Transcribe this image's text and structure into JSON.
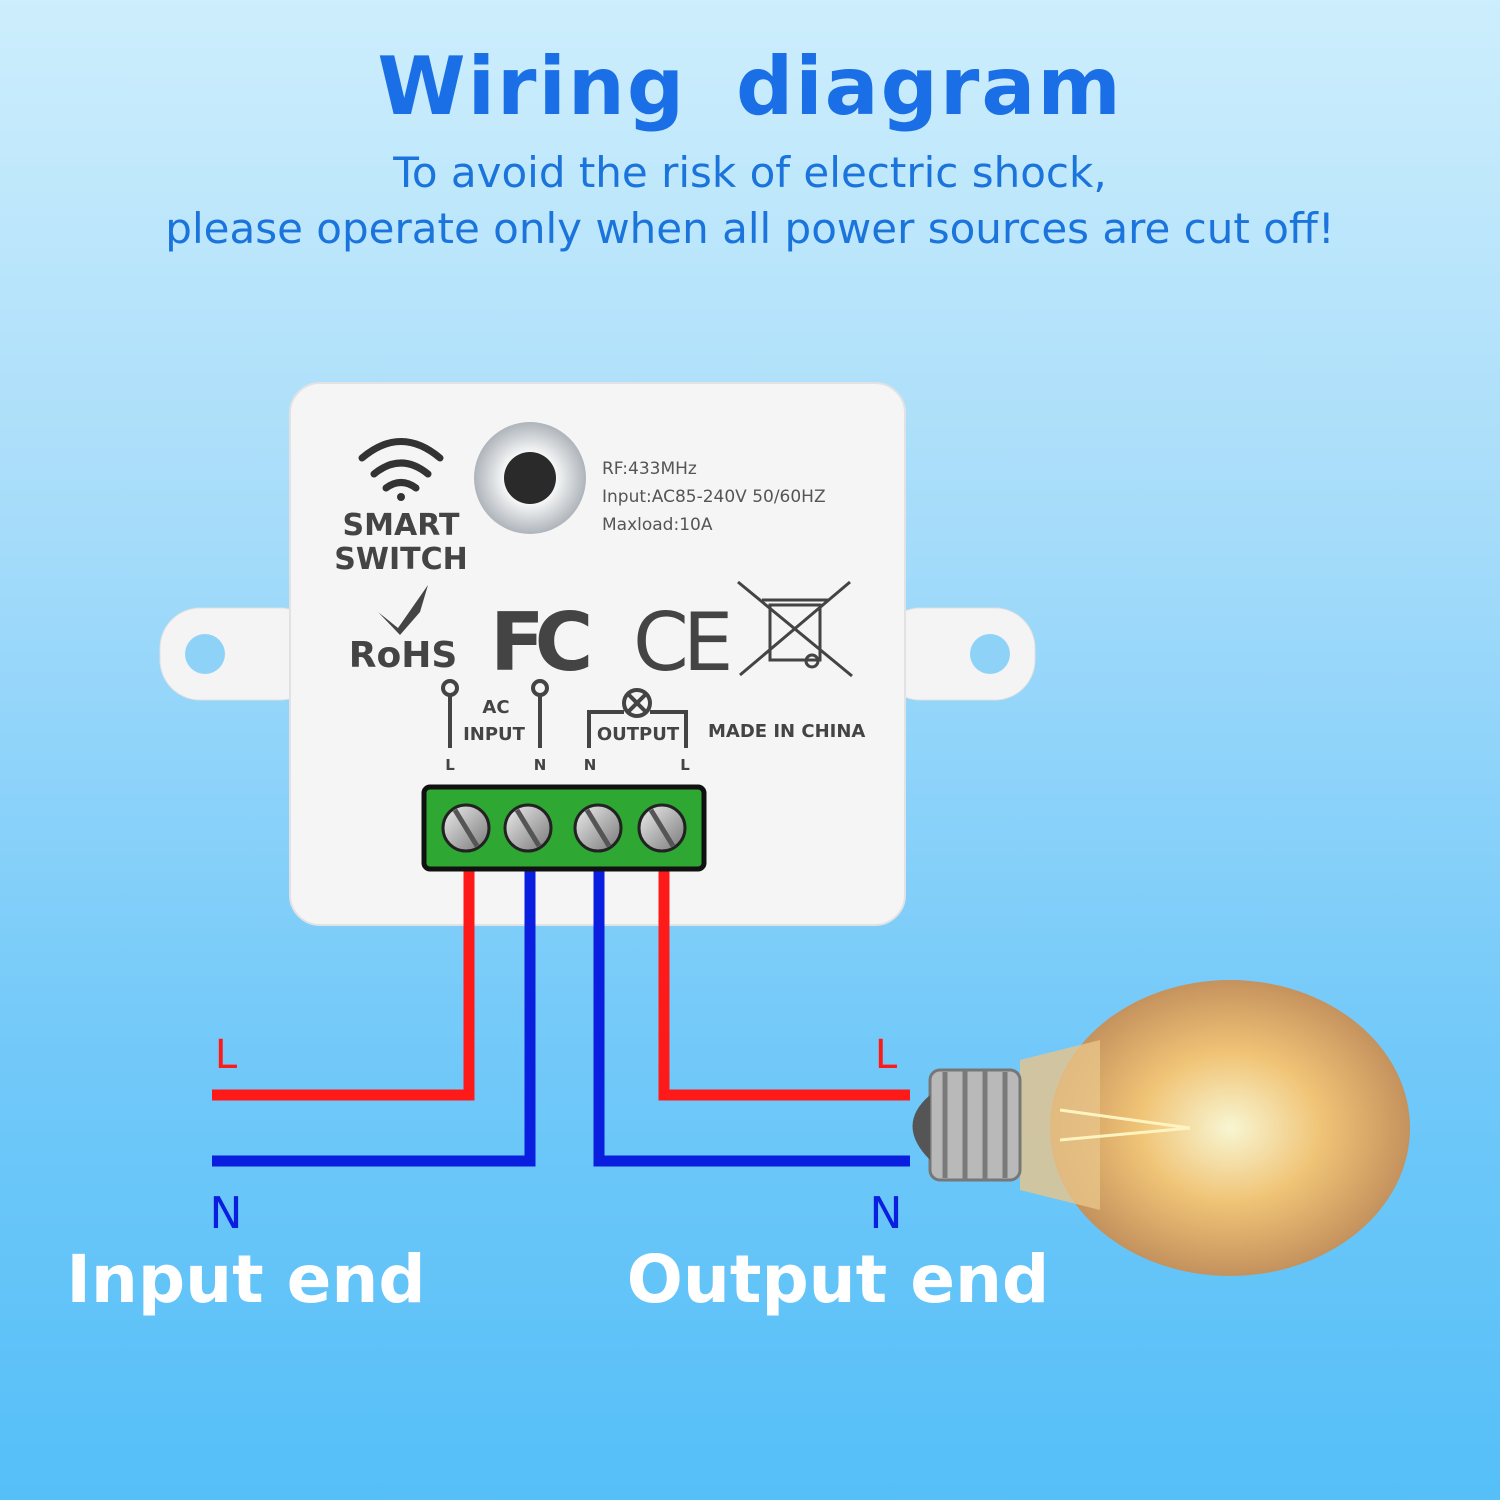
{
  "header": {
    "title": "Wiring diagram",
    "warning_line1": "To avoid the risk of electric shock,",
    "warning_line2": "please operate only when all power sources are cut off!"
  },
  "device": {
    "brand_line1": "SMART",
    "brand_line2": "SWITCH",
    "spec_rf": "RF:433MHz",
    "spec_input": "Input:AC85-240V 50/60HZ",
    "spec_maxload": "Maxload:10A",
    "cert_rohs": "RoHS",
    "cert_fcc": "FC",
    "cert_ce": "CE",
    "ac_label": "AC",
    "input_label": "INPUT",
    "output_label": "OUTPUT",
    "origin": "MADE IN CHINA",
    "terminals": [
      "L",
      "N",
      "N",
      "L"
    ]
  },
  "wiring": {
    "input_l": "L",
    "input_n": "N",
    "output_l": "L",
    "output_n": "N",
    "input_caption": "Input end",
    "output_caption": "Output end",
    "live_color": "#ff1a1a",
    "neutral_color": "#0a1ee0"
  }
}
